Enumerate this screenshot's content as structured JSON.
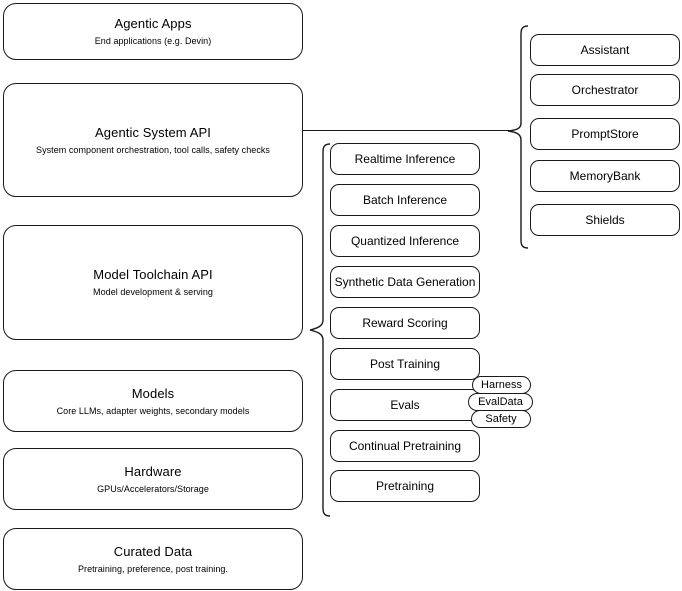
{
  "diagram": {
    "title": "AI stack layered architecture diagram",
    "stroke_color": "#1a1a1a",
    "background_color": "#ffffff",
    "layers": [
      {
        "title": "Agentic Apps",
        "subtitle": "End applications (e.g. Devin)"
      },
      {
        "title": "Agentic System API",
        "subtitle": "System component orchestration, tool calls, safety checks"
      },
      {
        "title": "Model Toolchain API",
        "subtitle": "Model development & serving"
      },
      {
        "title": "Models",
        "subtitle": "Core LLMs, adapter weights, secondary models"
      },
      {
        "title": "Hardware",
        "subtitle": "GPUs/Accelerators/Storage"
      },
      {
        "title": "Curated Data",
        "subtitle": "Pretraining, preference, post training."
      }
    ],
    "toolchain_components": [
      {
        "label": "Realtime Inference"
      },
      {
        "label": "Batch Inference"
      },
      {
        "label": "Quantized Inference"
      },
      {
        "label": "Synthetic Data Generation"
      },
      {
        "label": "Reward Scoring"
      },
      {
        "label": "Post Training"
      },
      {
        "label": "Evals"
      },
      {
        "label": "Continual Pretraining"
      },
      {
        "label": "Pretraining"
      }
    ],
    "eval_subcomponents": [
      {
        "label": "Harness"
      },
      {
        "label": "EvalData"
      },
      {
        "label": "Safety"
      }
    ],
    "agentic_system_components": [
      {
        "label": "Assistant"
      },
      {
        "label": "Orchestrator"
      },
      {
        "label": "PromptStore"
      },
      {
        "label": "MemoryBank"
      },
      {
        "label": "Shields"
      }
    ]
  }
}
